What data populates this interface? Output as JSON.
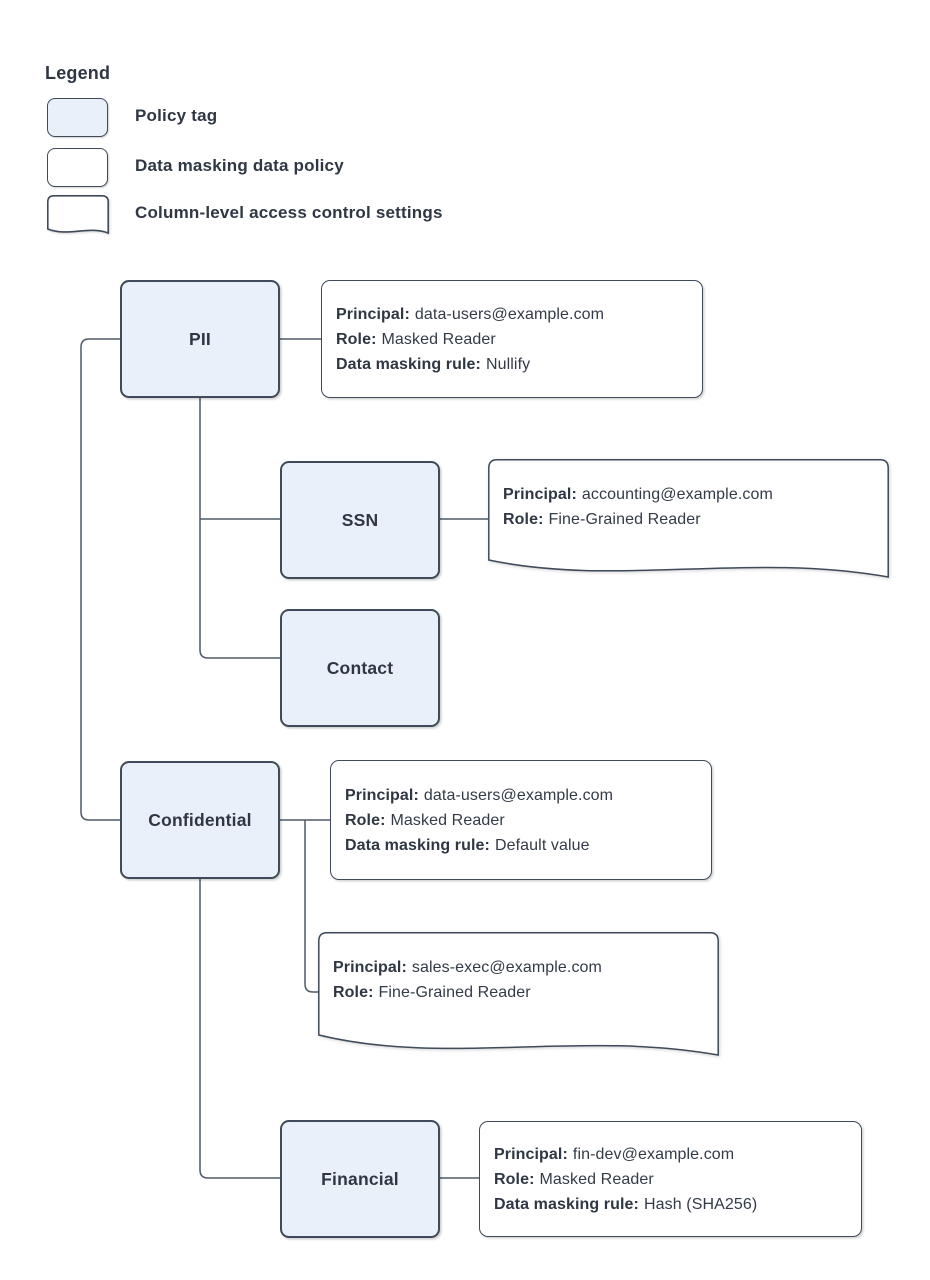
{
  "legend": {
    "title": "Legend",
    "items": [
      {
        "swatch": "policy-tag-swatch",
        "label": "Policy tag"
      },
      {
        "swatch": "data-policy-swatch",
        "label": "Data masking data policy"
      },
      {
        "swatch": "column-access-swatch",
        "label": "Column-level access control settings"
      }
    ]
  },
  "colors": {
    "policy_tag_fill": "#e9f0fa",
    "shape_border": "#3f4a5a",
    "text": "#333b48",
    "connector": "#4f5a66",
    "background": "#ffffff"
  },
  "nodes": {
    "pii": {
      "label": "PII",
      "type": "policy-tag"
    },
    "ssn": {
      "label": "SSN",
      "type": "policy-tag"
    },
    "contact": {
      "label": "Contact",
      "type": "policy-tag"
    },
    "confidential": {
      "label": "Confidential",
      "type": "policy-tag"
    },
    "financial": {
      "label": "Financial",
      "type": "policy-tag"
    }
  },
  "policies": {
    "pii_masking": {
      "type": "data-masking-data-policy",
      "lines": [
        {
          "label": "Principal:",
          "value": "data-users@example.com"
        },
        {
          "label": "Role:",
          "value": "Masked Reader"
        },
        {
          "label": "Data masking rule:",
          "value": "Nullify"
        }
      ]
    },
    "ssn_access": {
      "type": "column-level-access-control-settings",
      "lines": [
        {
          "label": "Principal:",
          "value": "accounting@example.com"
        },
        {
          "label": "Role:",
          "value": "Fine-Grained Reader"
        }
      ]
    },
    "confidential_masking": {
      "type": "data-masking-data-policy",
      "lines": [
        {
          "label": "Principal:",
          "value": "data-users@example.com"
        },
        {
          "label": "Role:",
          "value": "Masked Reader"
        },
        {
          "label": "Data masking rule:",
          "value": "Default value"
        }
      ]
    },
    "confidential_access": {
      "type": "column-level-access-control-settings",
      "lines": [
        {
          "label": "Principal:",
          "value": "sales-exec@example.com"
        },
        {
          "label": "Role:",
          "value": "Fine-Grained Reader"
        }
      ]
    },
    "financial_masking": {
      "type": "data-masking-data-policy",
      "lines": [
        {
          "label": "Principal:",
          "value": "fin-dev@example.com"
        },
        {
          "label": "Role:",
          "value": "Masked Reader"
        },
        {
          "label": "Data masking rule:",
          "value": "Hash (SHA256)"
        }
      ]
    }
  },
  "edges": [
    {
      "from": "pii",
      "to": "confidential"
    },
    {
      "from": "pii",
      "to": "pii_masking"
    },
    {
      "from": "pii",
      "to": "ssn"
    },
    {
      "from": "pii",
      "to": "contact"
    },
    {
      "from": "ssn",
      "to": "ssn_access"
    },
    {
      "from": "confidential",
      "to": "confidential_masking"
    },
    {
      "from": "confidential",
      "to": "confidential_access"
    },
    {
      "from": "confidential",
      "to": "financial"
    },
    {
      "from": "financial",
      "to": "financial_masking"
    }
  ]
}
